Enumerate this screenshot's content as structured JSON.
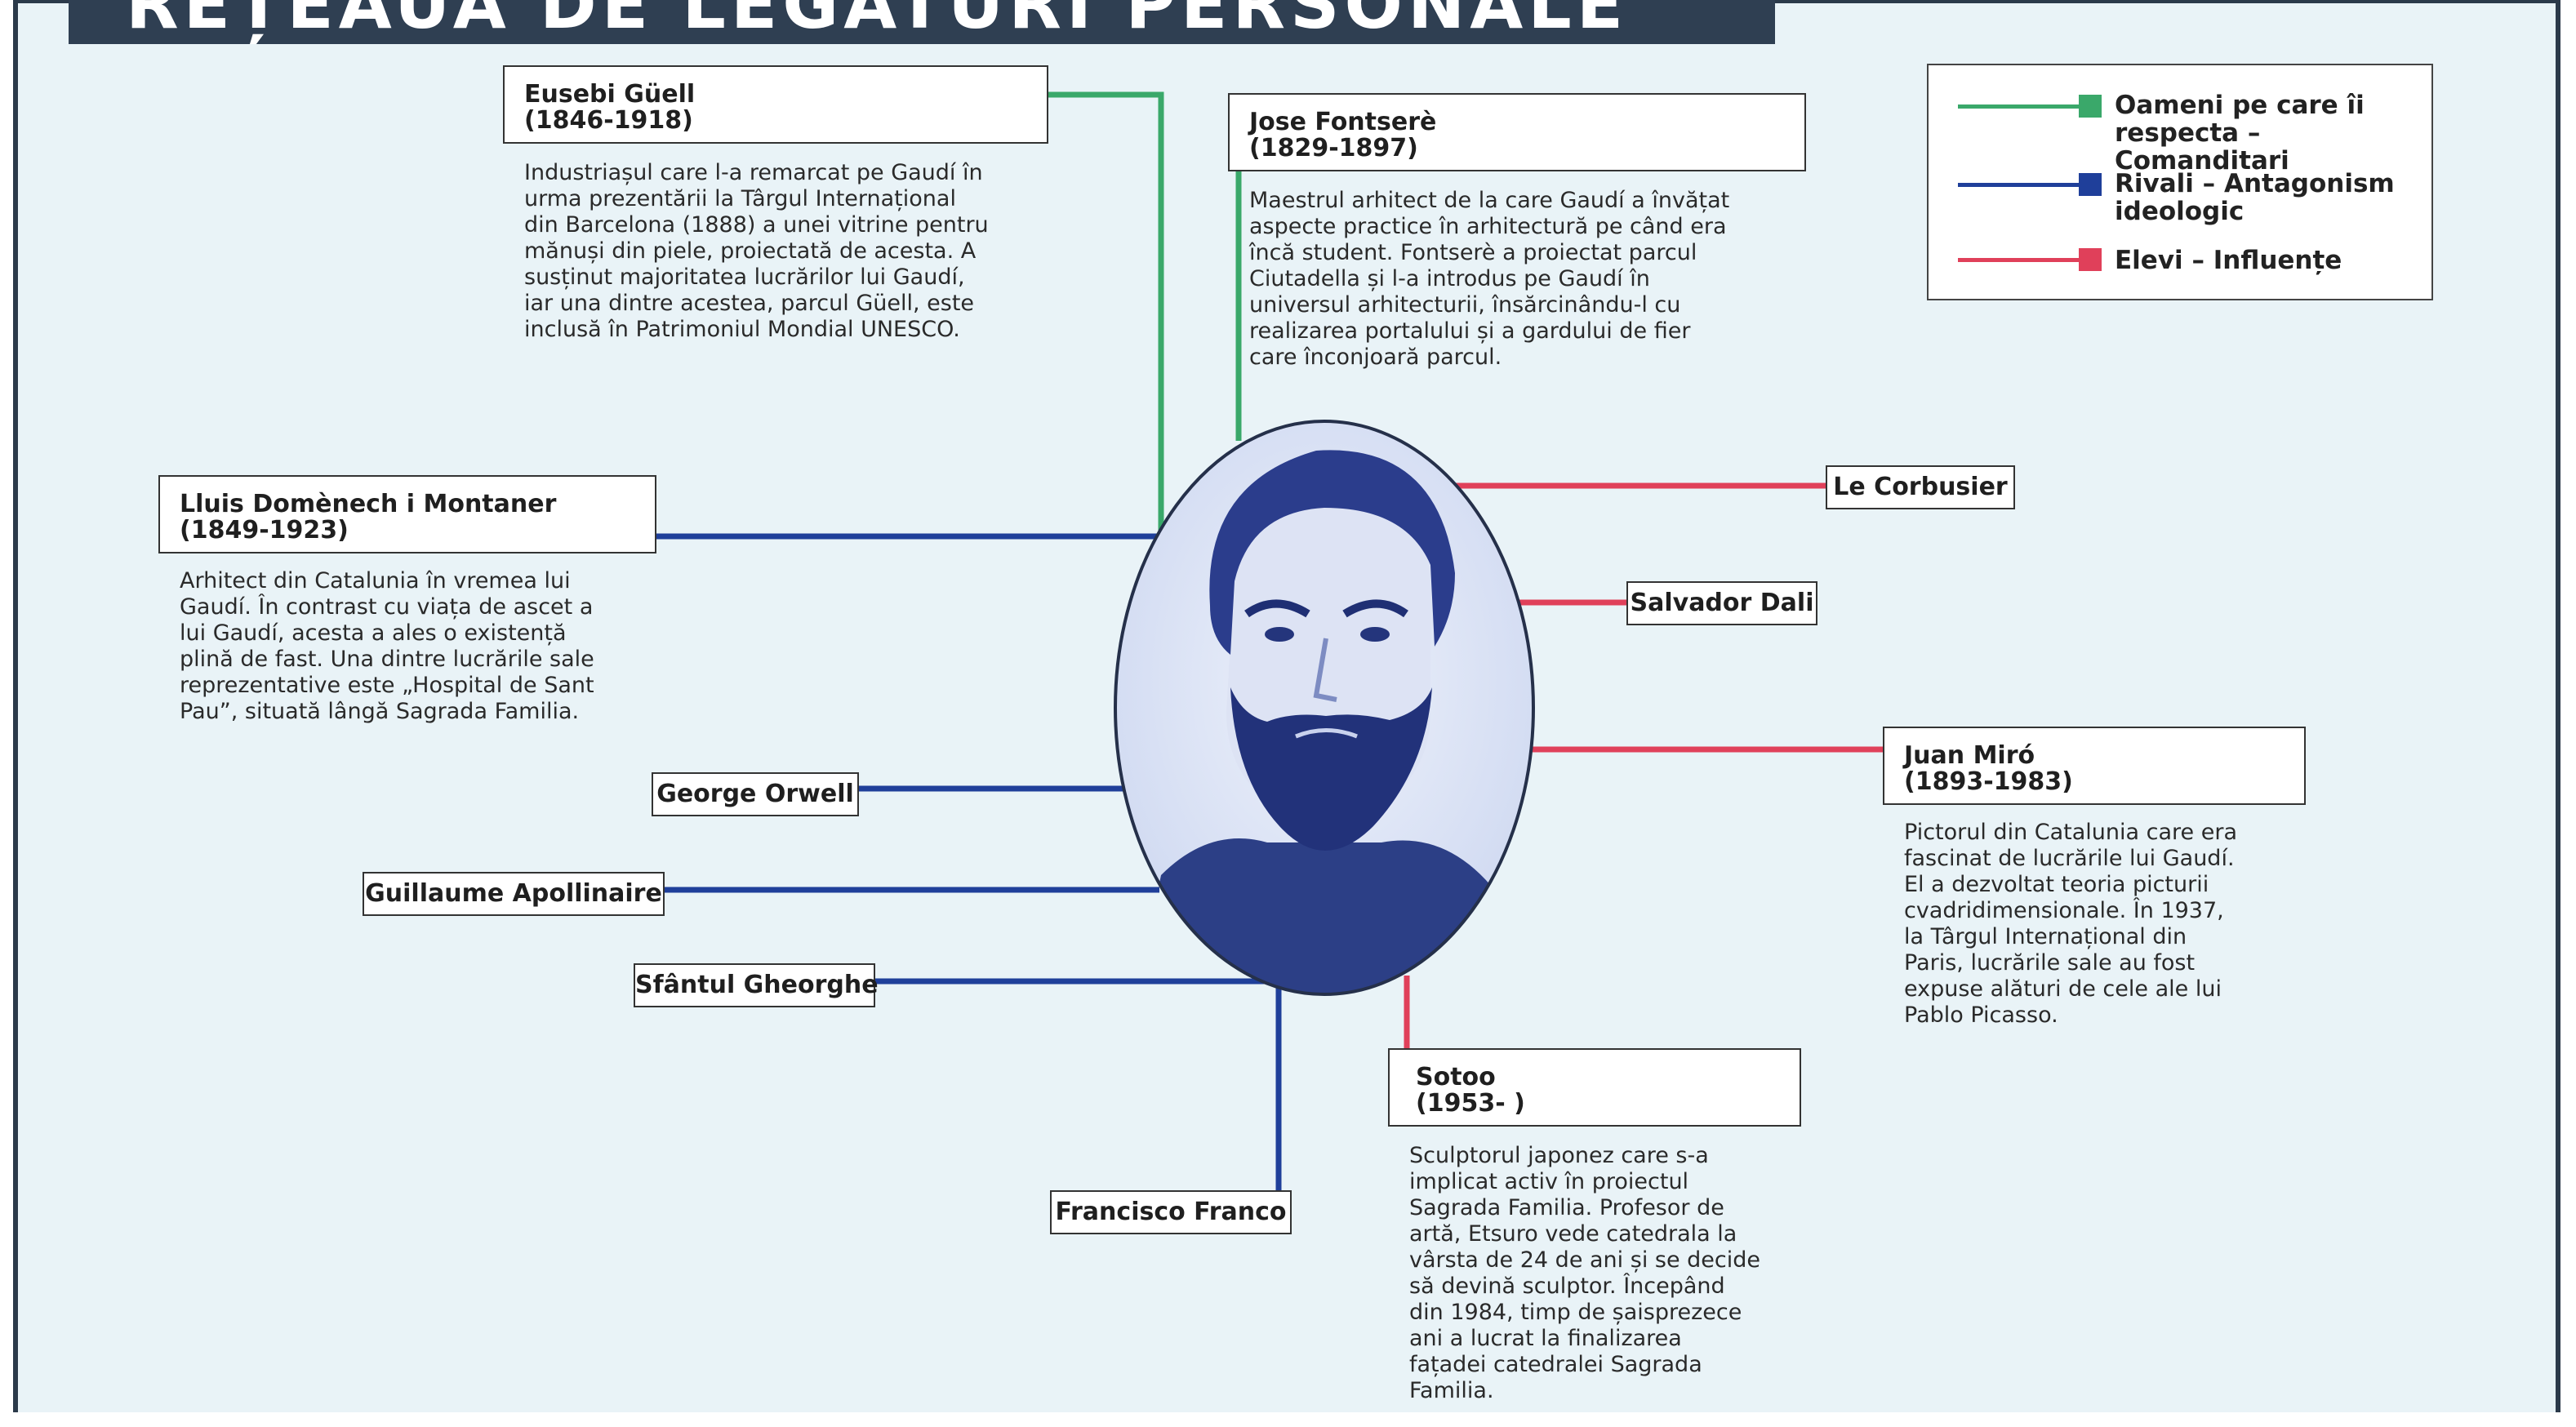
{
  "title": "REȚEAUA DE LEGĂTURI PERSONALE",
  "colors": {
    "green": "#3aa86a",
    "blue": "#1f3f9a",
    "red": "#e0405a"
  },
  "legend": [
    {
      "key": "green",
      "label": "Oameni pe care îi\nrespecta – Comanditari"
    },
    {
      "key": "blue",
      "label": "Rivali – Antagonism\nideologic"
    },
    {
      "key": "red",
      "label": "Elevi – Influențe"
    }
  ],
  "portrait": {
    "subject": "Antoni Gaudí portrait"
  },
  "people": {
    "guell": {
      "name": "Eusebi Güell",
      "years": "(1846-1918)",
      "description": "Industriașul care l-a remarcat pe Gaudí în\nurma prezentării la Târgul Internațional\ndin Barcelona (1888) a unei vitrine pentru\nmănuși din piele, proiectată de acesta. A\nsusținut majoritatea lucrărilor lui Gaudí,\niar una dintre acestea, parcul Güell, este\ninclusă în Patrimoniul Mondial UNESCO."
    },
    "fontsere": {
      "name": "Jose Fontserè",
      "years": "(1829-1897)",
      "description": "Maestrul arhitect de la care Gaudí a învățat\naspecte practice în arhitectură pe când era\nîncă student. Fontserè a proiectat parcul\nCiutadella și l-a introdus pe Gaudí în\nuniversul arhitecturii, însărcinându-l cu\nrealizarea portalului și a gardului de fier\ncare înconjoară parcul."
    },
    "domenech": {
      "name": "Lluis Domènech i Montaner",
      "years": "(1849-1923)",
      "description": "Arhitect din Catalunia în vremea lui\nGaudí. În contrast cu viața de ascet a\nlui Gaudí, acesta a ales o existență\nplină de fast. Una dintre lucrările sale\nreprezentative este „Hospital de Sant\nPau”, situată lângă Sagrada Familia."
    },
    "miro": {
      "name": "Juan Miró",
      "years": "(1893-1983)",
      "description": "Pictorul din Catalunia care era\nfascinat de lucrările lui Gaudí.\nEl a dezvoltat teoria picturii\ncvadridimensionale. În 1937,\nla Târgul Internațional din\nParis, lucrările sale au fost\nexpuse alături de cele ale lui\nPablo Picasso."
    },
    "sotoo": {
      "name": "Sotoo",
      "years": "(1953- )",
      "description": "Sculptorul japonez care s-a\nimplicat activ în proiectul\nSagrada Familia. Profesor de\nartă, Etsuro vede catedrala la\nvârsta de 24 de ani și se decide\nsă devină sculptor. Începând\ndin 1984, timp de șaisprezece\nani a lucrat la finalizarea\nfațadei catedralei Sagrada\nFamilia."
    }
  },
  "labels": {
    "corbusier": "Le Corbusier",
    "dali": "Salvador Dali",
    "orwell": "George Orwell",
    "apollinaire": "Guillaume Apollinaire",
    "gheorghe": "Sfântul Gheorghe",
    "franco": "Francisco Franco"
  }
}
